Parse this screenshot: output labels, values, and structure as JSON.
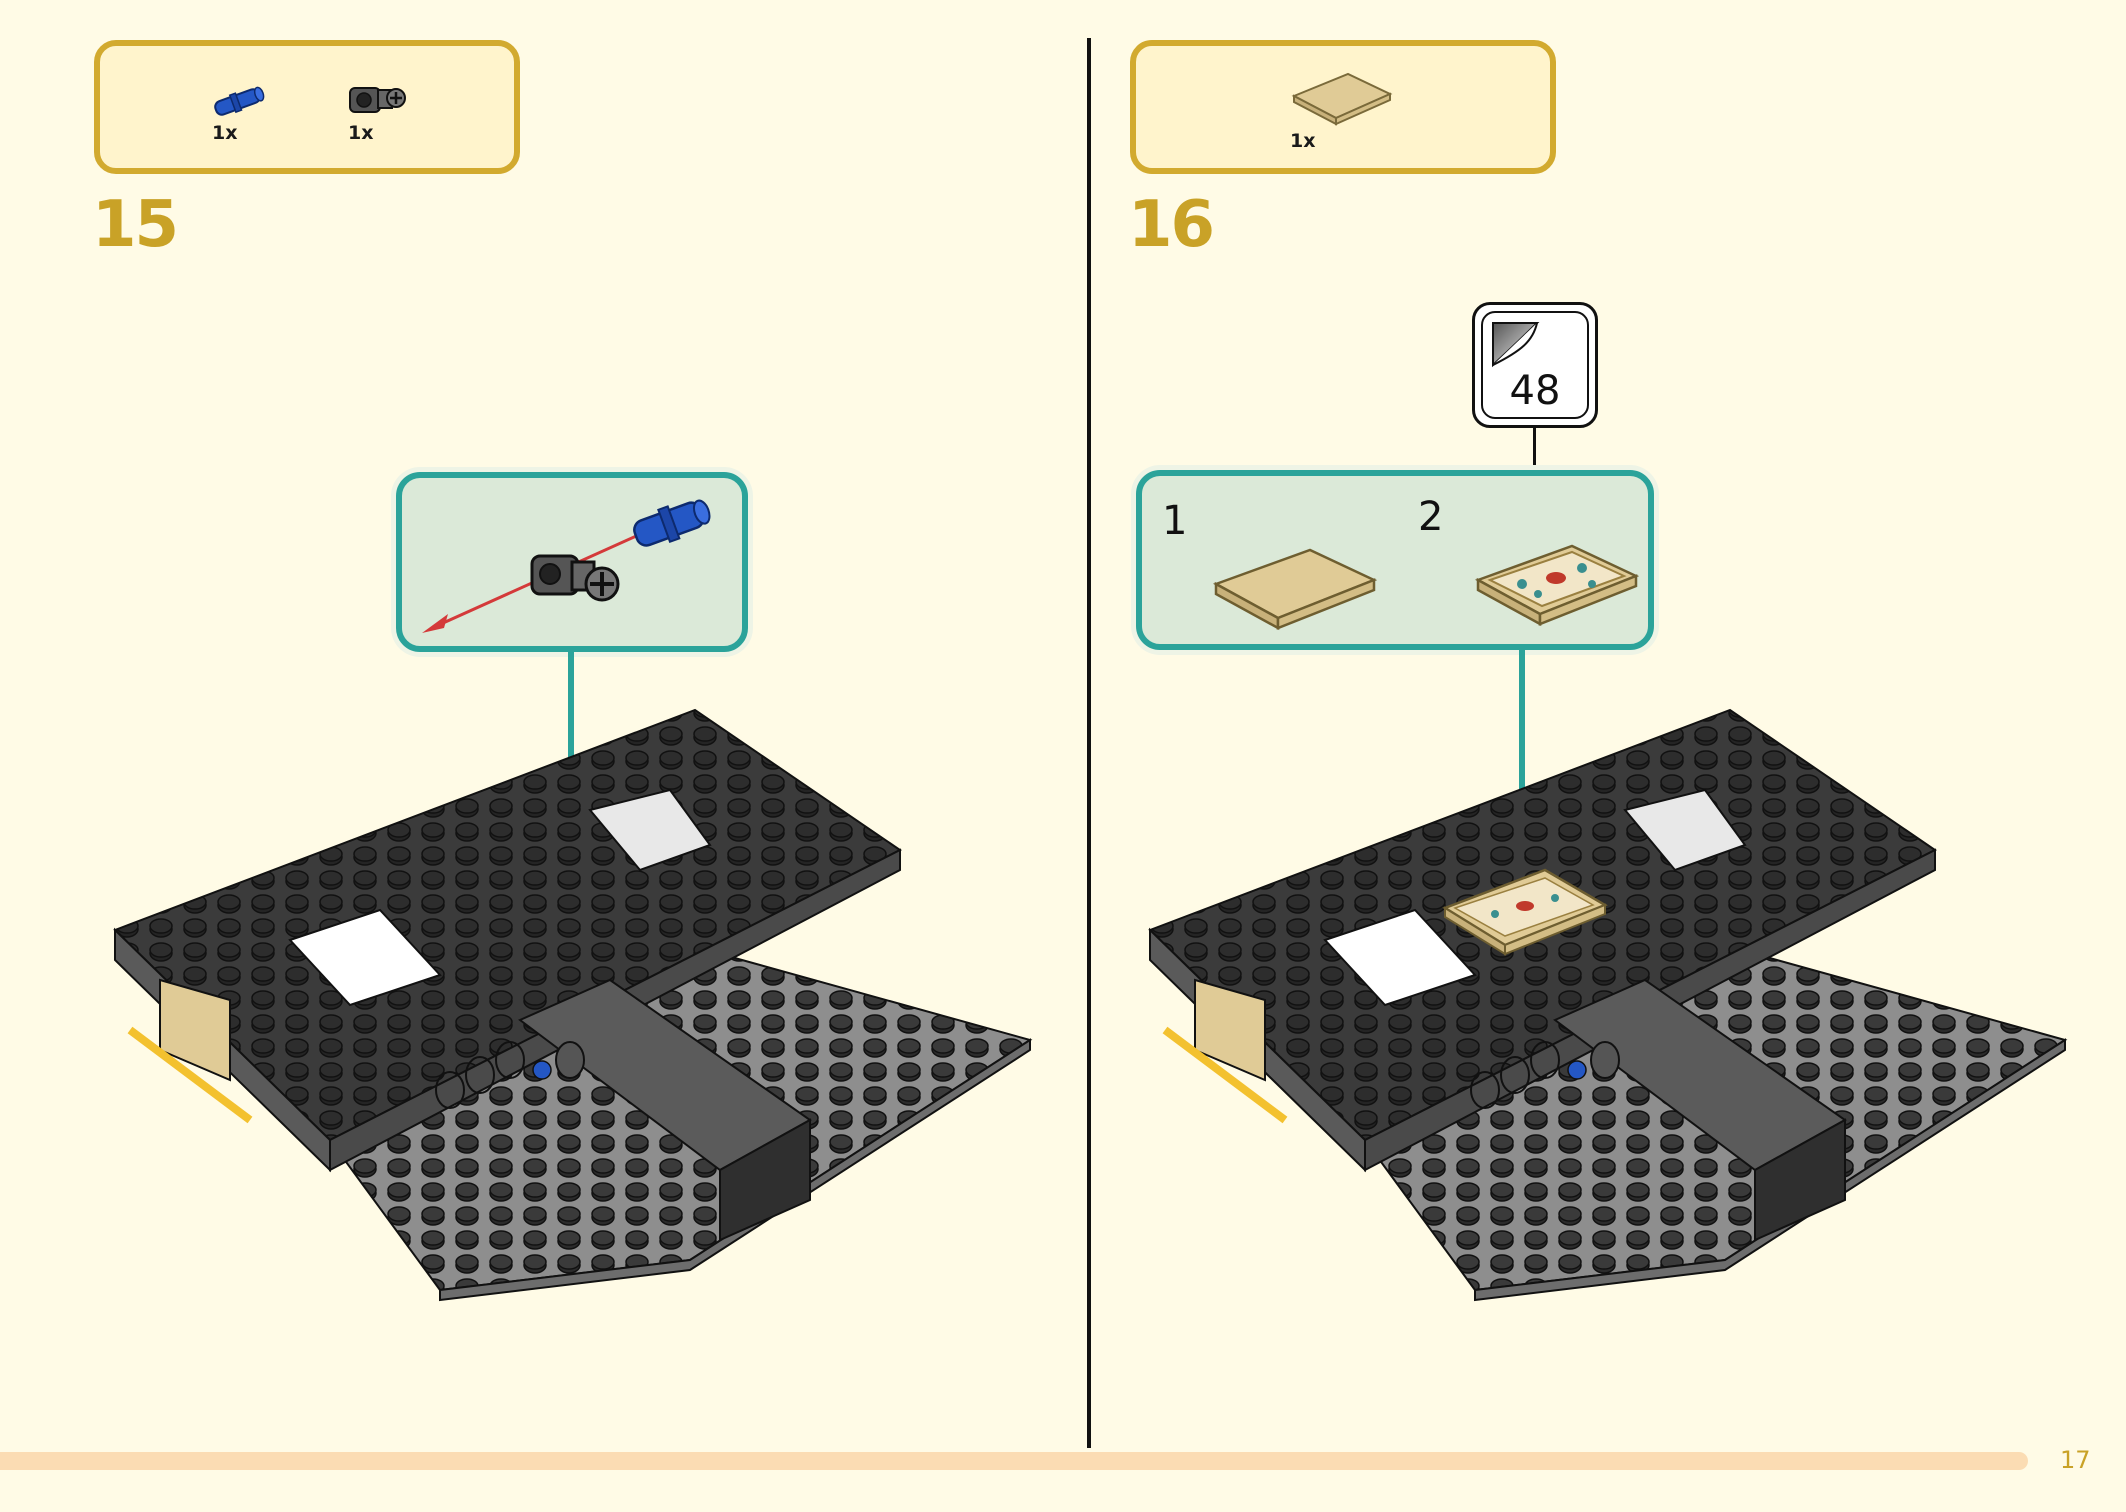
{
  "page": {
    "number": "17"
  },
  "steps": [
    {
      "number": "15",
      "parts": [
        {
          "name": "blue-axle-pin-icon",
          "qty": "1x"
        },
        {
          "name": "gray-axle-connector-icon",
          "qty": "1x"
        }
      ]
    },
    {
      "number": "16",
      "parts": [
        {
          "name": "tan-tile-2x4-icon",
          "qty": "1x"
        }
      ],
      "substeps": [
        "1",
        "2"
      ],
      "sticker": "48"
    }
  ],
  "colors": {
    "background": "#fffbe6",
    "gold_accent": "#c9a227",
    "callout_border": "#2ba39a",
    "callout_fill": "#dbe9d8",
    "brick_dark": "#3b3b3b",
    "plate_gray": "#8e8e8e",
    "tan": "#e0cb96",
    "blue": "#2457c5",
    "arrow_red": "#d43a3a"
  }
}
